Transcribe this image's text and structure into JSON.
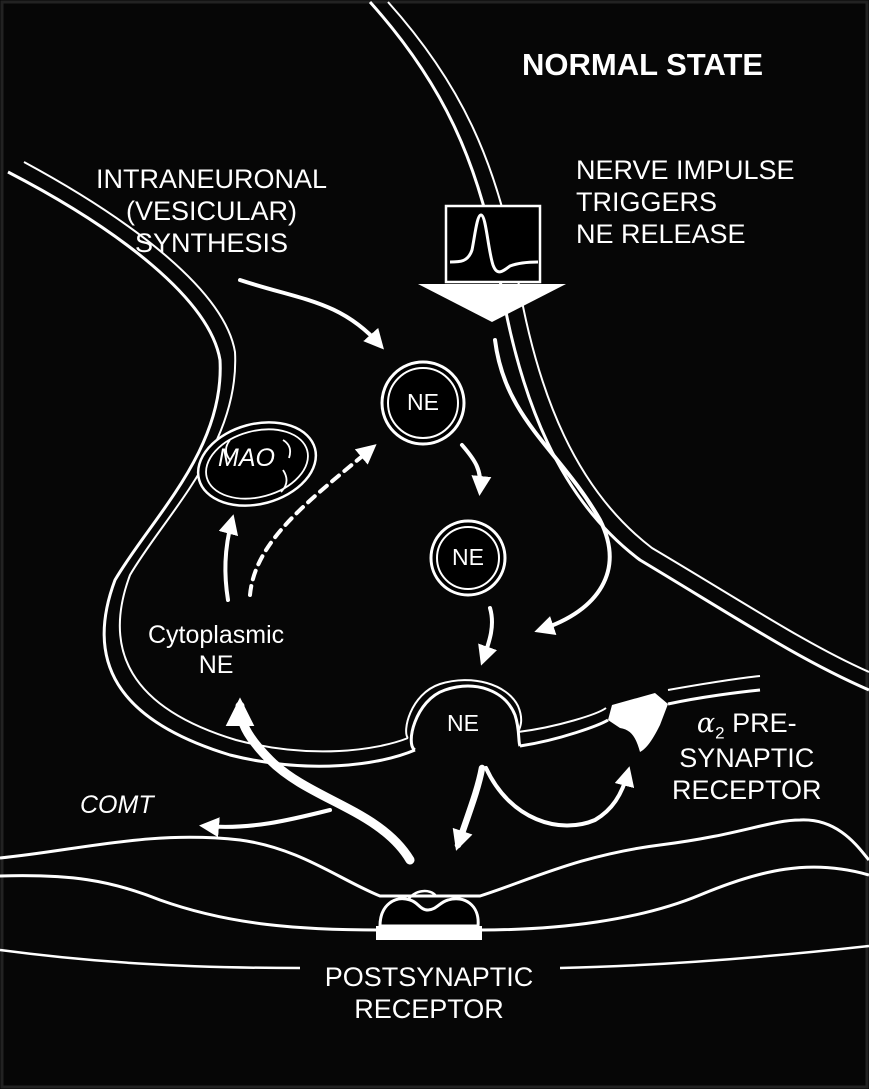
{
  "title": "NORMAL STATE",
  "labels": {
    "synthesis": [
      "INTRANEURONAL",
      "(VESICULAR)",
      "SYNTHESIS"
    ],
    "impulse": [
      "NERVE IMPULSE",
      "TRIGGERS",
      "NE RELEASE"
    ],
    "cytoplasmic": [
      "Cytoplasmic",
      "NE"
    ],
    "mao": "MAO",
    "comt": "COMT",
    "presynaptic_prefix": "α",
    "presynaptic_subscript": "2",
    "presynaptic_line1_rest": " PRE-",
    "presynaptic_lines": [
      "SYNAPTIC",
      "RECEPTOR"
    ],
    "postsynaptic": [
      "POSTSYNAPTIC",
      "RECEPTOR"
    ]
  },
  "vesicles": [
    {
      "label": "NE"
    },
    {
      "label": "NE"
    },
    {
      "label": "NE"
    }
  ],
  "colors": {
    "background": "#060606",
    "foreground": "#ffffff"
  }
}
